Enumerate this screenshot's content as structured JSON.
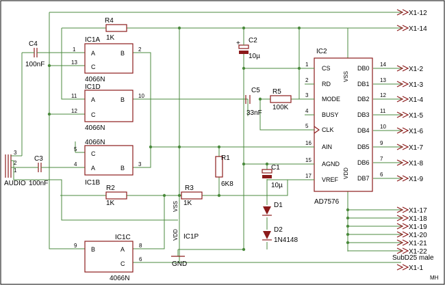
{
  "colors": {
    "wire": "#4a8a3c",
    "part": "#8b1a1a",
    "text": "#000000",
    "background": "#ffffff"
  },
  "chips": {
    "ic1a": {
      "name": "IC1A",
      "type": "4066N",
      "a": "A",
      "b": "B",
      "c": "C",
      "pin_a": "1",
      "pin_b": "2",
      "pin_c": "13"
    },
    "ic1d": {
      "name": "IC1D",
      "type": "4066N",
      "a": "A",
      "b": "B",
      "c": "C",
      "pin_a": "11",
      "pin_b": "10",
      "pin_c": "12"
    },
    "ic1b": {
      "name": "IC1B",
      "type": "4066N",
      "a": "A",
      "b": "B",
      "c": "C",
      "pin_c": "5",
      "pin_a": "4",
      "pin_b": "3"
    },
    "ic1c": {
      "name": "IC1C",
      "type": "4066N",
      "a": "A",
      "b": "B",
      "c": "C",
      "pin_b": "9",
      "pin_a": "8",
      "pin_c": "6"
    },
    "ic2": {
      "name": "IC2",
      "type": "AD7576",
      "vss": "VSS",
      "vdd": "VDD",
      "left_pins": [
        {
          "num": "1",
          "name": "CS"
        },
        {
          "num": "2",
          "name": "RD"
        },
        {
          "num": "3",
          "name": "MODE"
        },
        {
          "num": "4",
          "name": "BUSY"
        },
        {
          "num": "5",
          "name": "CLK"
        },
        {
          "num": "16",
          "name": "AIN"
        },
        {
          "num": "15",
          "name": "AGND"
        },
        {
          "num": "17",
          "name": "VREF"
        }
      ],
      "right_pins": [
        {
          "num": "14",
          "name": "DB0"
        },
        {
          "num": "13",
          "name": "DB1"
        },
        {
          "num": "12",
          "name": "DB2"
        },
        {
          "num": "11",
          "name": "DB3"
        },
        {
          "num": "10",
          "name": "DB4"
        },
        {
          "num": "9",
          "name": "DB5"
        },
        {
          "num": "7",
          "name": "DB6"
        },
        {
          "num": "6",
          "name": "DB7"
        }
      ]
    },
    "ic1p": {
      "name": "IC1P",
      "vss": "VSS",
      "vdd": "VDD"
    }
  },
  "components": {
    "r1": {
      "name": "R1",
      "value": "6K8"
    },
    "r2": {
      "name": "R2",
      "value": "1K"
    },
    "r3": {
      "name": "R3",
      "value": "1K"
    },
    "r4": {
      "name": "R4",
      "value": "1K"
    },
    "r5": {
      "name": "R5",
      "value": "100K"
    },
    "c1": {
      "name": "C1",
      "value": "10µ"
    },
    "c2": {
      "name": "C2",
      "value": "10µ"
    },
    "c3": {
      "name": "C3",
      "value": "100nF"
    },
    "c4": {
      "name": "C4",
      "value": "100nF"
    },
    "c5": {
      "name": "C5",
      "value": "33nF"
    },
    "d1": {
      "name": "D1"
    },
    "d2": {
      "name": "D2",
      "value": "1N4148"
    },
    "audio": {
      "name": "AUDIO",
      "pin1": "1",
      "pin2": "2",
      "pin3": "3"
    },
    "gnd": {
      "name": "GND"
    }
  },
  "connectors": [
    "X1-12",
    "X1-14",
    "X1-2",
    "X1-3",
    "X1-4",
    "X1-5",
    "X1-6",
    "X1-7",
    "X1-8",
    "X1-9",
    "X1-17",
    "X1-18",
    "X1-19",
    "X1-20",
    "X1-21",
    "X1-22",
    "X1-1"
  ],
  "connector_note": "SubD25 male",
  "signature": "MH"
}
